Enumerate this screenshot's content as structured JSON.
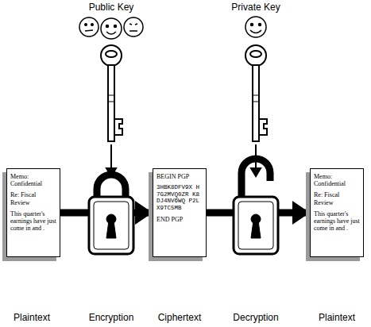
{
  "diagram": {
    "nodes": [
      {
        "text": [
          "Memo: Confidential",
          "Re: Fiscal Review",
          "This quarter's earnings have just come in and ."
        ]
      },
      {
        "text": [
          "BEGIN PGP",
          "3HBK8DFV9X H7G2MVQ0ZR K8DJ4NV6WQ P2LX9TC5MB",
          "END PGP"
        ]
      },
      {
        "text": [
          "Memo: Confidential",
          "Re: Fiscal Review",
          "This quarter's earnings have just come in and ."
        ]
      }
    ],
    "edges": [
      {
        "from": 0,
        "to": 1,
        "arrow": "to"
      },
      {
        "from": 1,
        "to": 2,
        "arrow": "to"
      }
    ],
    "labels": [
      "Public Key",
      "Private Key",
      "Plaintext",
      "Encryption",
      "Ciphertext",
      "Decryption",
      "Plaintext"
    ]
  }
}
